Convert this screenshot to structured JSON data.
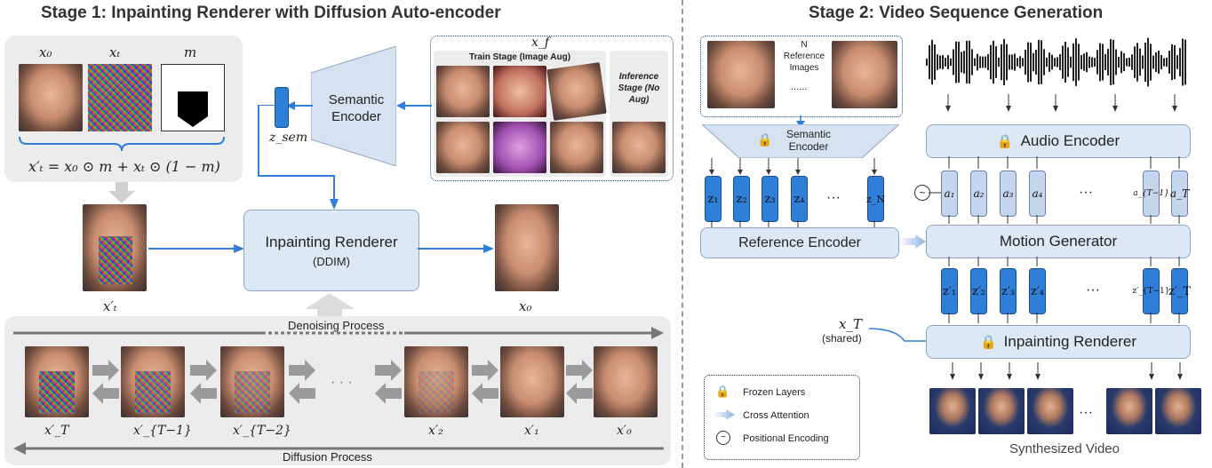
{
  "stage1": {
    "title": "Stage 1: Inpainting Renderer with Diffusion Auto-encoder",
    "top_labels": [
      "x₀",
      "xₜ",
      "m"
    ],
    "formula": "x′ₜ = x₀ ⊙ m + xₜ ⊙ (1 − m)",
    "xf_label": "x_f",
    "train_stage": "Train Stage (Image Aug)",
    "inference_stage": "Inference Stage (No Aug)",
    "semantic_encoder": "Semantic Encoder",
    "zsem": "z_sem",
    "inpainting_renderer": "Inpainting Renderer",
    "ddim": "(DDIM)",
    "xt_prime": "x′ₜ",
    "x0": "x₀",
    "denoising": "Denoising Process",
    "diffusion": "Diffusion Process",
    "ellipsis": "· · ·",
    "seq_labels": [
      "x′_T",
      "x′_{T−1}",
      "x′_{T−2}",
      "x′₂",
      "x′₁",
      "x′₀"
    ]
  },
  "stage2": {
    "title": "Stage 2: Video Sequence Generation",
    "ref_images": "N Reference Images",
    "ref_dots": "......",
    "semantic_encoder": "Semantic Encoder",
    "audio_encoder": "Audio Encoder",
    "reference_encoder": "Reference Encoder",
    "motion_generator": "Motion Generator",
    "inpainting_renderer": "Inpainting Renderer",
    "xT": "x_T",
    "shared": "(shared)",
    "z_tokens": [
      "z₁",
      "z₂",
      "z₃",
      "z₄",
      "z_N"
    ],
    "a_tokens": [
      "a₁",
      "a₂",
      "a₃",
      "a₄",
      "a_{T−1}",
      "a_T"
    ],
    "zp_tokens": [
      "z′₁",
      "z′₂",
      "z′₃",
      "z′₄",
      "z′_{T−1}",
      "z′_T"
    ],
    "dots": "···",
    "synthesized": "Synthesized Video",
    "legend": {
      "frozen": "Frozen Layers",
      "cross": "Cross Attention",
      "pos": "Positional Encoding"
    }
  }
}
